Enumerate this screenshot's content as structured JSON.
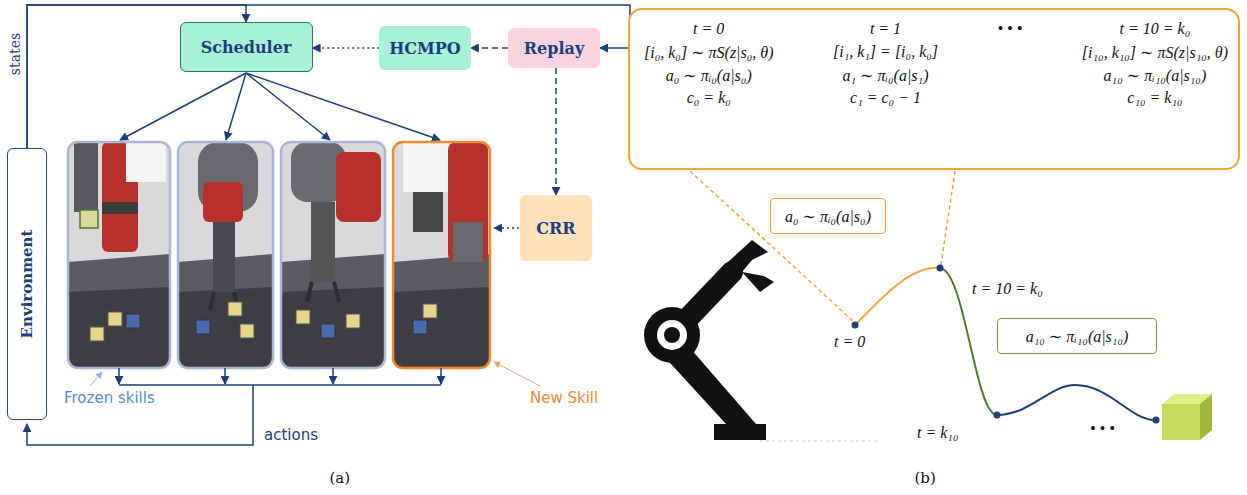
{
  "diagram": {
    "nodes": [
      {
        "text": [
          "Scheduler"
        ]
      },
      {
        "text": [
          "HCMPO"
        ]
      },
      {
        "text": [
          "Replay"
        ]
      },
      {
        "text": [
          "Environment"
        ]
      },
      {
        "text": [
          "CRR"
        ]
      },
      {
        "text": [
          "t = 0",
          "[i₀, k₀] ∼ πS(z|s₀, θ)",
          "a₀ ∼ πᵢ₀(a|s₀)",
          "c₀ = k₀",
          "t = 1",
          "[i₁, k₁] = [i₀, k₀]",
          "a₁ ∼ πᵢ₀(a|s₁)",
          "c₁ = c₀ − 1",
          "• • •",
          "t = 10 = k₀",
          "[i₁₀, k₁₀] ∼ πS(z|s₁₀, θ)",
          "a₁₀ ∼ πᵢ₁₀(a|s₁₀)",
          "c₁₀ = k₁₀"
        ]
      },
      {
        "text": [
          "a₀ ∼ πᵢ₀(a|s₀)"
        ]
      },
      {
        "text": [
          "a₁₀ ∼ πᵢ₁₀(a|s₁₀)"
        ]
      }
    ],
    "edges": [
      {
        "from": 3,
        "to": 0,
        "arrow": "to"
      },
      {
        "from": 3,
        "to": 2,
        "arrow": "to"
      },
      {
        "from": 2,
        "to": 1,
        "arrow": "to"
      },
      {
        "from": 1,
        "to": 0,
        "arrow": "to"
      },
      {
        "from": 2,
        "to": 4,
        "arrow": "to"
      }
    ],
    "labels": [
      "states",
      "Frozen skills",
      "New Skill",
      "actions",
      "(a)",
      "t = 0",
      "t = 10 = k₀",
      "t = k₁₀",
      "• • •",
      "(b)"
    ]
  }
}
